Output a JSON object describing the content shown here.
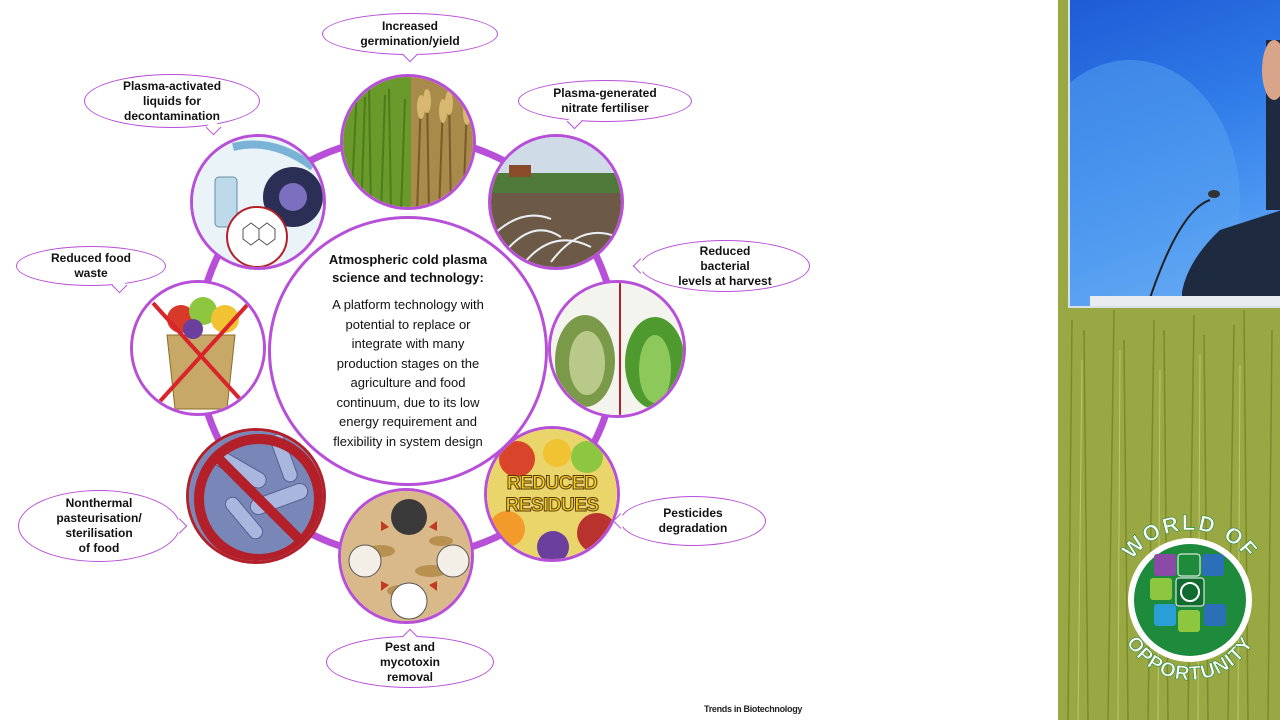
{
  "diagram": {
    "center": {
      "title": "Atmospheric cold plasma\nscience and technology:",
      "body": "A platform technology with\npotential to replace or\nintegrate with many\nproduction stages on the\nagriculture and food\ncontinuum, due to its low\nenergy requirement and\nflexibility in system design"
    },
    "callouts": [
      {
        "id": "germination",
        "text": "Increased\ngermination/yield"
      },
      {
        "id": "nitrate",
        "text": "Plasma-generated\nnitrate fertiliser"
      },
      {
        "id": "bacterial",
        "text": "Reduced\nbacterial\nlevels at harvest"
      },
      {
        "id": "pesticides",
        "text": "Pesticides\ndegradation"
      },
      {
        "id": "pest",
        "text": "Pest and\nmycotoxin\nremoval"
      },
      {
        "id": "pasteurisation",
        "text": "Nonthermal\npasteurisation/\nsterilisation\nof food"
      },
      {
        "id": "waste",
        "text": "Reduced food\nwaste"
      },
      {
        "id": "liquids",
        "text": "Plasma-activated\nliquids for\ndecontamination"
      }
    ],
    "residues_label": "REDUCED\nRESIDUES",
    "source": "Trends in Biotechnology"
  },
  "video": {
    "badge_text": "WORLD OF OPPORTUNITY"
  },
  "colors": {
    "accent": "#b84fd8",
    "red": "#b3202a",
    "badge_green": "#1e8a3c"
  },
  "icons": [
    "plant-icon",
    "tractor-icon",
    "wind-turbine-icon",
    "cow-icon",
    "water-drop-icon",
    "globe-icon"
  ]
}
